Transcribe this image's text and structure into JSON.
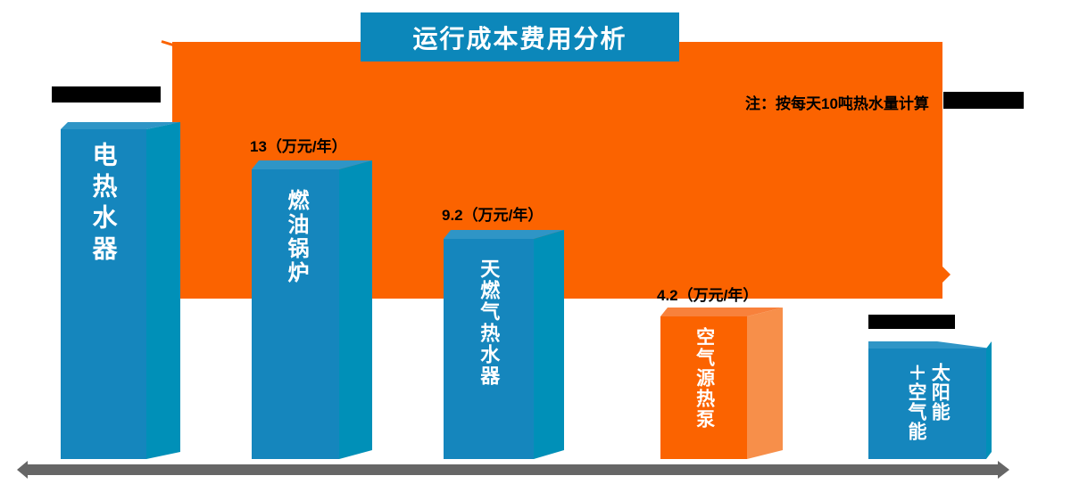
{
  "title": {
    "text": "运行成本费用分析",
    "bg": "#0C87BA",
    "text_color": "#FFFFFF"
  },
  "note": {
    "text": "注：按每天10吨热水量计算"
  },
  "colors": {
    "banner_orange": "#FB6300",
    "blue_front": "#1586BD",
    "blue_side": "#0090B8",
    "blue_top": "#2F95C6",
    "orange_front": "#FB6300",
    "orange_side": "#F78F4A",
    "orange_top": "#F8813B",
    "axis_gray": "#666666",
    "bar_text": "#FFFFFF",
    "value_text": "#000000",
    "redaction": "#000000"
  },
  "chart_data": {
    "type": "bar",
    "title": "运行成本费用分析",
    "note": "注：按每天10吨热水量计算",
    "unit": "万元/年",
    "categories": [
      "电热水器",
      "燃油锅炉",
      "天燃气热水器",
      "空气源热泵",
      "太阳能+空气能"
    ],
    "values": [
      null,
      13,
      9.2,
      4.2,
      null
    ],
    "legend": "none",
    "axes": "single bottom gray arrow axis, no ticks, no gridlines",
    "bars": [
      {
        "label": "电热水器",
        "value": null,
        "value_label": "",
        "redacted": true,
        "color": "blue"
      },
      {
        "label": "燃油锅炉",
        "value": 13,
        "value_label": "13（万元/年）",
        "redacted": false,
        "color": "blue"
      },
      {
        "label": "天燃气热水器",
        "value": 9.2,
        "value_label": "9.2（万元/年）",
        "redacted": false,
        "color": "blue"
      },
      {
        "label": "空气源热泵",
        "value": 4.2,
        "value_label": "4.2（万元/年）",
        "redacted": false,
        "color": "orange"
      },
      {
        "label": "太阳能+空气能",
        "value": null,
        "value_label": "",
        "redacted": true,
        "color": "blue",
        "label_columns": [
          "太阳能",
          "＋空气能"
        ]
      }
    ]
  }
}
